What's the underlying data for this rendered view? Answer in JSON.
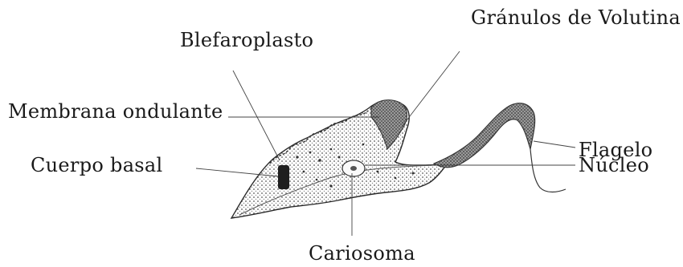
{
  "labels": {
    "granulos_volutina": "Gránulos de Volutina",
    "blefaroplasto": "Blefaroplasto",
    "membrana_ondulante": "Membrana ondulante",
    "flagelo": "Flagelo",
    "cuerpo_basal": "Cuerpo basal",
    "nucleo": "Núcleo",
    "cariosoma": "Cariosoma"
  },
  "colors": {
    "ink": "#1a1a1a",
    "shading": "#7a7a7a",
    "dark_granule": "#1f1f1f"
  }
}
